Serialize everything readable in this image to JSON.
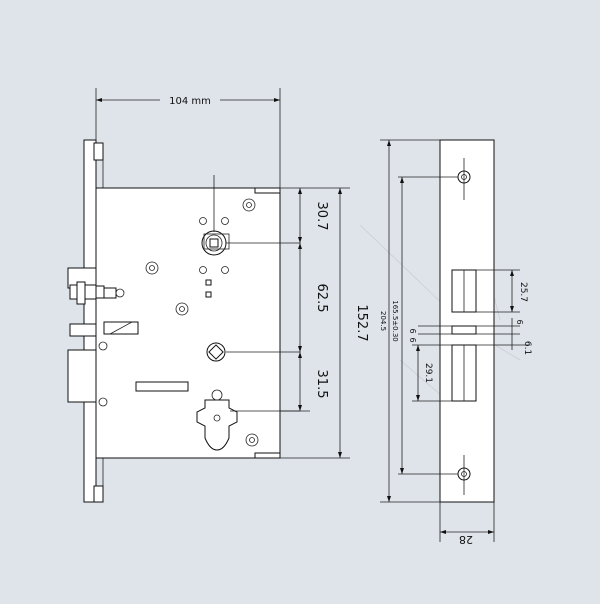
{
  "diagram": {
    "labels": {
      "width_top": "104 mm",
      "dim_30_7": "30.7",
      "dim_62_5": "62.5",
      "dim_31_5": "31.5",
      "dim_152_7": "152.7",
      "dim_165_5": "165.5±0.30",
      "dim_204_5": "204.5",
      "dim_25_7": "25.7",
      "dim_6_a": "6",
      "dim_6_b": "6",
      "dim_6_1": "6.1",
      "dim_29_1": "29.1",
      "dim_28": "28"
    },
    "colors": {
      "background": "#dfe4ea",
      "line": "#111111",
      "plate": "#ffffff"
    }
  }
}
